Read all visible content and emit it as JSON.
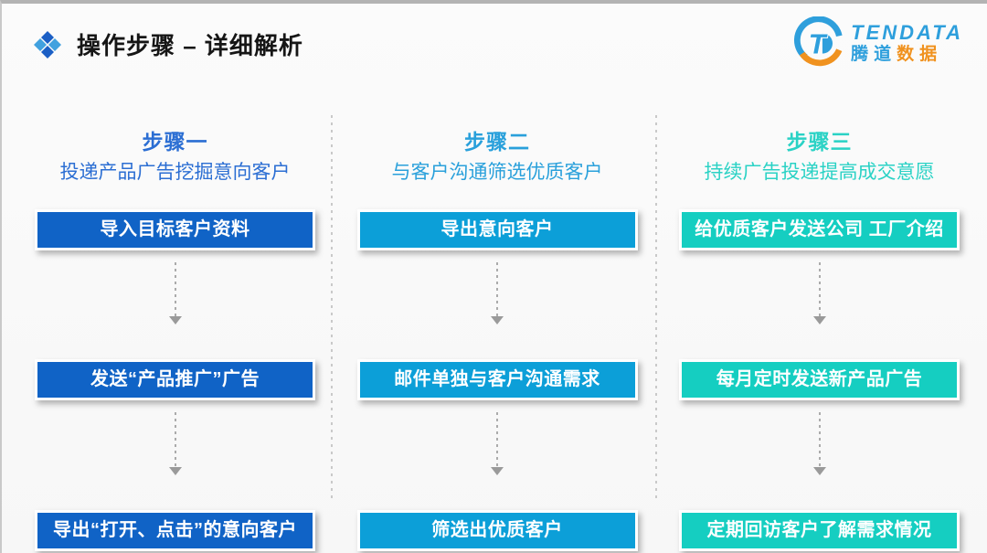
{
  "header": {
    "title": "操作步骤 – 详细解析"
  },
  "logo": {
    "en": "TENDATA",
    "cn_blue": "腾道",
    "cn_orange": "数据",
    "brand_blue": "#2E9FDC",
    "brand_orange": "#F0921F"
  },
  "colors": {
    "step1_accent": "#1063C6",
    "step2_accent": "#0C9FD8",
    "step3_accent": "#15CEC1",
    "arrow_gray": "#9a9a9a",
    "title_icon_dark_blue": "#1B5FC5",
    "title_icon_light_blue": "#41A1DF"
  },
  "columns": [
    {
      "step_label": "步骤一",
      "subtitle": "投递产品广告挖掘意向客户",
      "boxes": [
        "导入目标客户资料",
        "发送“产品推广”广告",
        "导出“打开、点击”的意向客户"
      ]
    },
    {
      "step_label": "步骤二",
      "subtitle": "与客户沟通筛选优质客户",
      "boxes": [
        "导出意向客户",
        "邮件单独与客户沟通需求",
        "筛选出优质客户"
      ]
    },
    {
      "step_label": "步骤三",
      "subtitle": "持续广告投递提高成交意愿",
      "boxes": [
        "给优质客户发送公司 工厂介绍",
        "每月定时发送新产品广告",
        "定期回访客户了解需求情况"
      ]
    }
  ]
}
